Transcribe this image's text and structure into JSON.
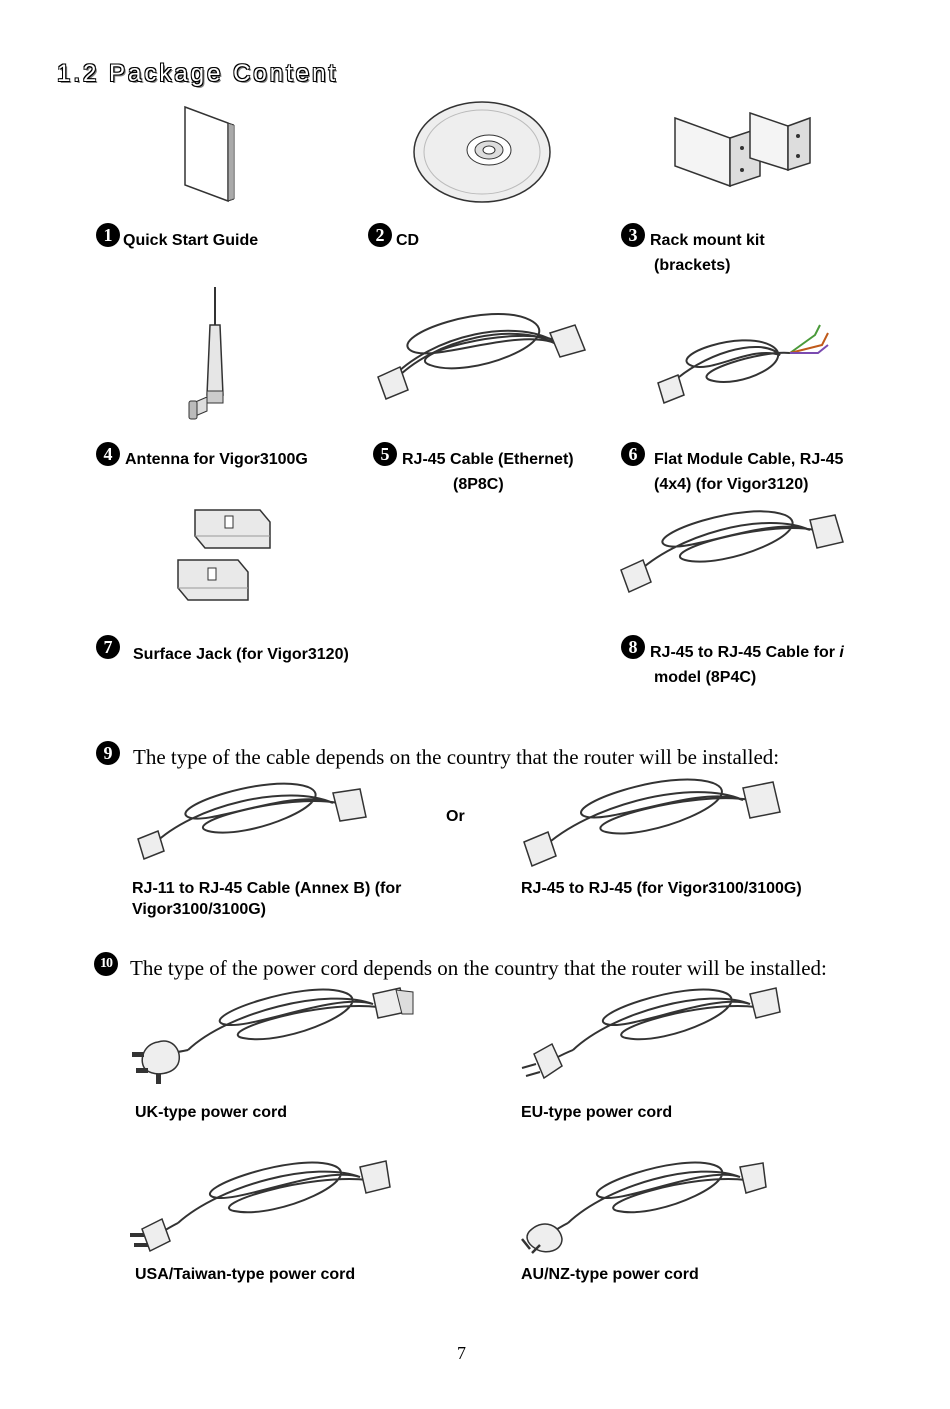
{
  "title": "1.2 Package Content",
  "items": [
    {
      "num": "1",
      "label": "Quick Start Guide"
    },
    {
      "num": "2",
      "label": "CD"
    },
    {
      "num": "3",
      "label": "Rack mount kit",
      "label2": "(brackets)"
    },
    {
      "num": "4",
      "label": "Antenna for Vigor3100G"
    },
    {
      "num": "5",
      "label": "RJ-45 Cable (Ethernet)",
      "label2": "(8P8C)"
    },
    {
      "num": "6",
      "label": "Flat Module Cable, RJ-45",
      "label2": "(4x4) (for Vigor3120)"
    },
    {
      "num": "7",
      "label": "Surface Jack (for Vigor3120)"
    },
    {
      "num": "8",
      "label": "RJ-45 to RJ-45 Cable for ",
      "label_italic": "i",
      "label2": "model (8P4C)"
    }
  ],
  "cable_section": {
    "num": "9",
    "text": "The type of the cable depends on the country that the router will be installed:",
    "or": "Or",
    "option1_line1": "RJ-11 to RJ-45 Cable (Annex B) (for",
    "option1_line2": "Vigor3100/3100G)",
    "option2": "RJ-45 to RJ-45 (for Vigor3100/3100G)"
  },
  "power_section": {
    "num": "10",
    "text": "The type of the power cord depends on the country that the router will be installed:",
    "cords": [
      "UK-type power cord",
      "EU-type power cord",
      "USA/Taiwan-type power cord",
      "AU/NZ-type power cord"
    ]
  },
  "page_number": "7"
}
